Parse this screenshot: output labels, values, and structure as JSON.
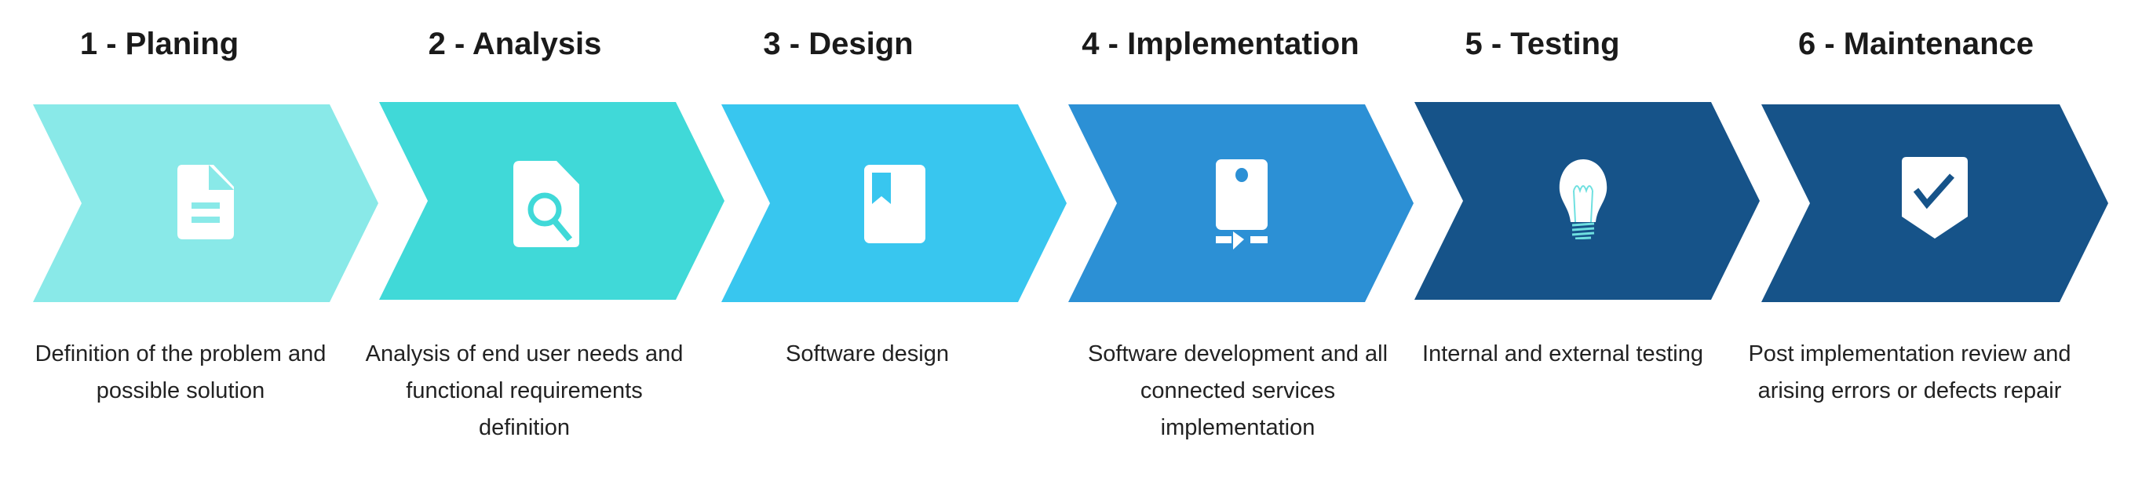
{
  "steps": [
    {
      "title": "1 - Planing",
      "description": "Definition of the problem and possible solution",
      "color": "#89E9E8",
      "icon": "document-icon"
    },
    {
      "title": "2 - Analysis",
      "description": "Analysis of end user needs and functional requirements definition",
      "color": "#40D9D8",
      "icon": "document-search-icon"
    },
    {
      "title": "3 - Design",
      "description": "Software design",
      "color": "#38C6EF",
      "icon": "bookmark-book-icon"
    },
    {
      "title": "4 - Implementation",
      "description": "Software development and all connected services implementation",
      "color": "#2C90D5",
      "icon": "server-deploy-icon"
    },
    {
      "title": "5 - Testing",
      "description": "Internal and external testing",
      "color": "#165389",
      "icon": "lightbulb-icon"
    },
    {
      "title": "6 - Maintenance",
      "description": "Post implementation review and arising errors or defects repair",
      "color": "#165389",
      "icon": "shield-check-icon"
    }
  ]
}
